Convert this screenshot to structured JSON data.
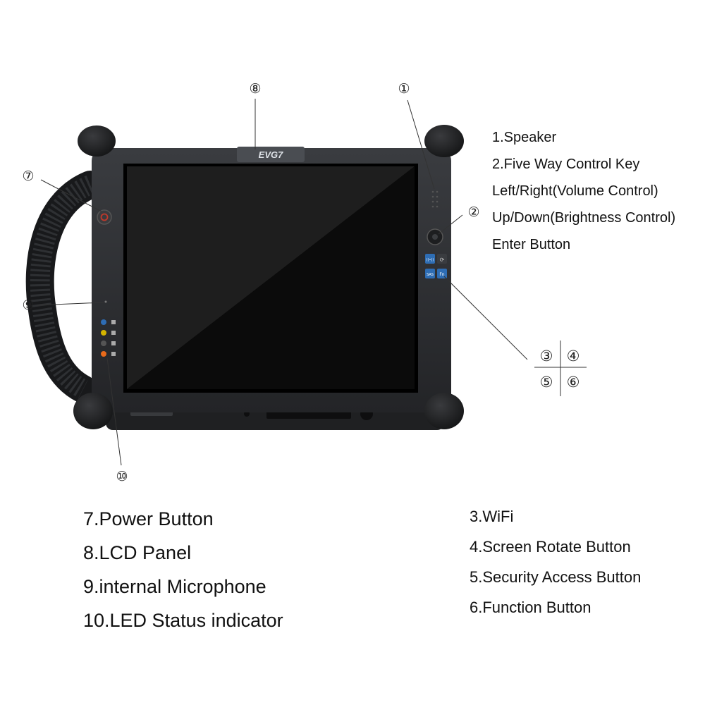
{
  "device": {
    "logo": "EVG7",
    "button_labels": {
      "wifi": "((•))",
      "rotate": "⟳",
      "security": "SAS",
      "function": "Fn"
    }
  },
  "callouts": {
    "c1": "①",
    "c2": "②",
    "c3": "③",
    "c4": "④",
    "c5": "⑤",
    "c6": "⑥",
    "c7": "⑦",
    "c8": "⑧",
    "c9": "⑨",
    "c10": "⑩"
  },
  "legend_right": [
    "1.Speaker",
    "2.Five Way Control Key",
    "Left/Right(Volume Control)",
    "Up/Down(Brightness Control)",
    "Enter Button"
  ],
  "legend_bottom_left": [
    "7.Power Button",
    "8.LCD Panel",
    "9.internal Microphone",
    "10.LED Status indicator"
  ],
  "legend_bottom_right": [
    "3.WiFi",
    "4.Screen Rotate Button",
    "5.Security Access Button",
    "6.Function Button"
  ],
  "colors": {
    "body": "#2b2d30",
    "bumper": "#1c1d1f",
    "screen": "#121212",
    "power_led": "#c0392b",
    "button_blue": "#2e6db4"
  }
}
